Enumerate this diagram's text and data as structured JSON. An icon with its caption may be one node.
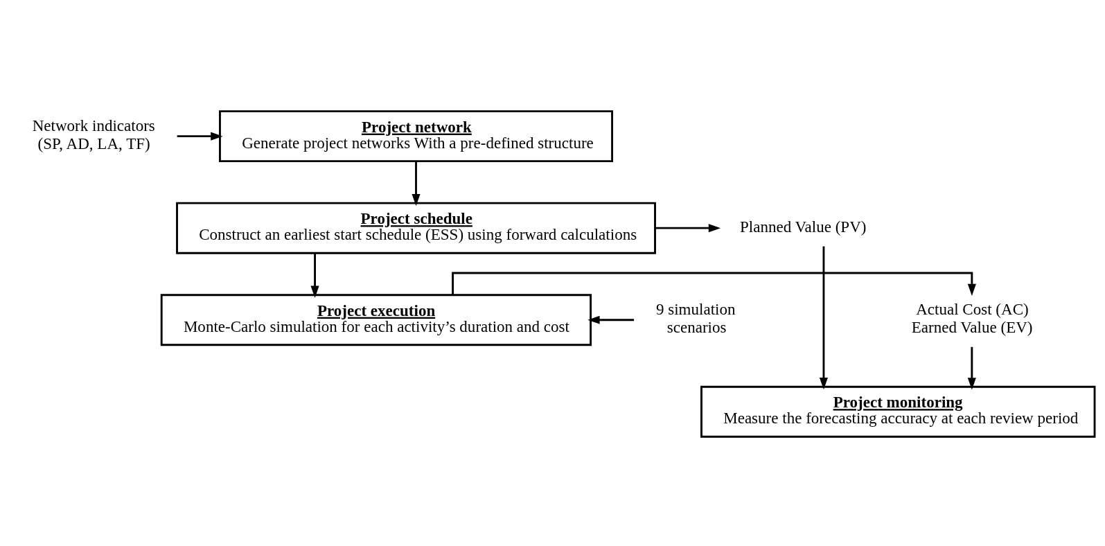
{
  "diagram": {
    "nodes": [
      {
        "text": [
          "Network indicators (SP, AD, LA, TF)"
        ]
      },
      {
        "text": [
          "Project network",
          "Generate project networks With a pre-defined structure"
        ]
      },
      {
        "text": [
          "Project schedule",
          "Construct an earliest start schedule (ESS) using forward calculations"
        ]
      },
      {
        "text": [
          "Planned Value (PV)"
        ]
      },
      {
        "text": [
          "9 simulation scenarios"
        ]
      },
      {
        "text": [
          "Project execution",
          "Monte-Carlo simulation for each activity’s duration and cost"
        ]
      },
      {
        "text": [
          "Actual Cost (AC) Earned Value (EV)"
        ]
      },
      {
        "text": [
          "Project monitoring",
          "Measure the forecasting accuracy at each review period"
        ]
      }
    ],
    "edges": [
      {
        "from": 0,
        "to": 1,
        "arrow": "to"
      },
      {
        "from": 1,
        "to": 2,
        "arrow": "to"
      },
      {
        "from": 2,
        "to": 3,
        "arrow": "to"
      },
      {
        "from": 2,
        "to": 5,
        "arrow": "to"
      },
      {
        "from": 4,
        "to": 5,
        "arrow": "to"
      },
      {
        "from": 5,
        "to": 6,
        "arrow": "to"
      },
      {
        "from": 3,
        "to": 7,
        "arrow": "to"
      },
      {
        "from": 6,
        "to": 7,
        "arrow": "to"
      }
    ]
  }
}
